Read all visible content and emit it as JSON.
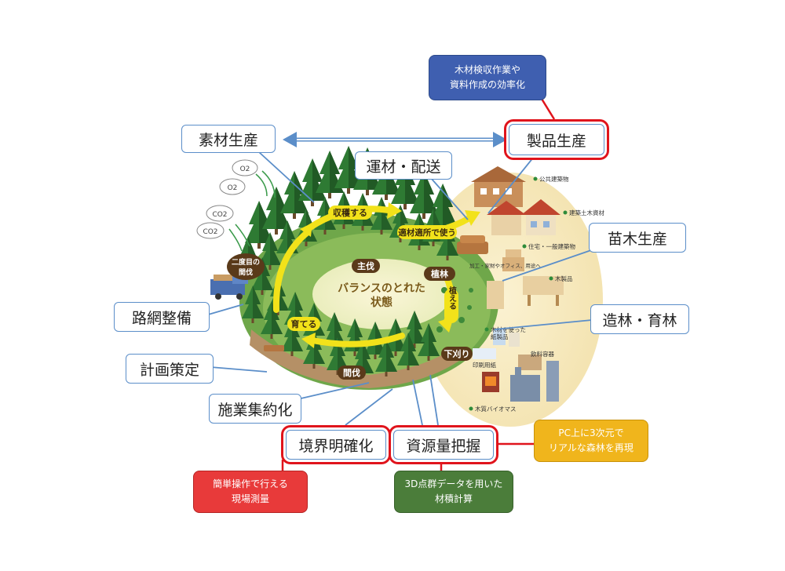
{
  "center_label": [
    "バランスのとれた",
    "状態"
  ],
  "cycle_labels": {
    "harvest": "収穫する",
    "use": "適材適所で使う",
    "plant": "植える",
    "weed": "下刈り",
    "thin": "間伐",
    "grow": "育てる",
    "second_thin": [
      "二度目の",
      "間伐"
    ],
    "main_cut": "主伐",
    "planting": "植林"
  },
  "gas_labels": [
    "O2",
    "O2",
    "CO2",
    "CO2"
  ],
  "product_labels": {
    "public_buildings": "公共建築物",
    "civil": "建築土木資材",
    "housing": "住宅・一般建築物",
    "processing": "加工・家財やオフィス、用途へ",
    "wood_products": "木製品",
    "paper_products": [
      "木材を使った",
      "紙製品"
    ],
    "printing_paper": "印刷用紙",
    "containers": "飲料容器",
    "biomass": "木質バイオマス"
  },
  "callouts": {
    "material_production": "素材生産",
    "transport": "運材・配送",
    "product_production": "製品生産",
    "seedling": "苗木生産",
    "afforestation": "造林・育林",
    "road_network": "路網整備",
    "planning": "計画策定",
    "consolidation": "施業集約化",
    "boundary": "境界明確化",
    "resource": "資源量把握"
  },
  "notes": {
    "timber_inspection": [
      "木材検収作業や",
      "資料作成の効率化"
    ],
    "survey": [
      "簡単操作で行える",
      "現場測量"
    ],
    "point_cloud": [
      "3D点群データを用いた",
      "材積計算"
    ],
    "pc_3d": [
      "PC上に3次元で",
      "リアルな森林を再現"
    ]
  },
  "colors": {
    "note_blue": "#3f5fb0",
    "note_red": "#e83a3a",
    "note_green": "#4b7d3a",
    "note_yellow": "#f0b51c",
    "highlight_red": "#e0141c",
    "callout_border": "#5b8ec9",
    "arrow_yellow": "#f2e21a",
    "forest_green": "#2e7d32"
  }
}
